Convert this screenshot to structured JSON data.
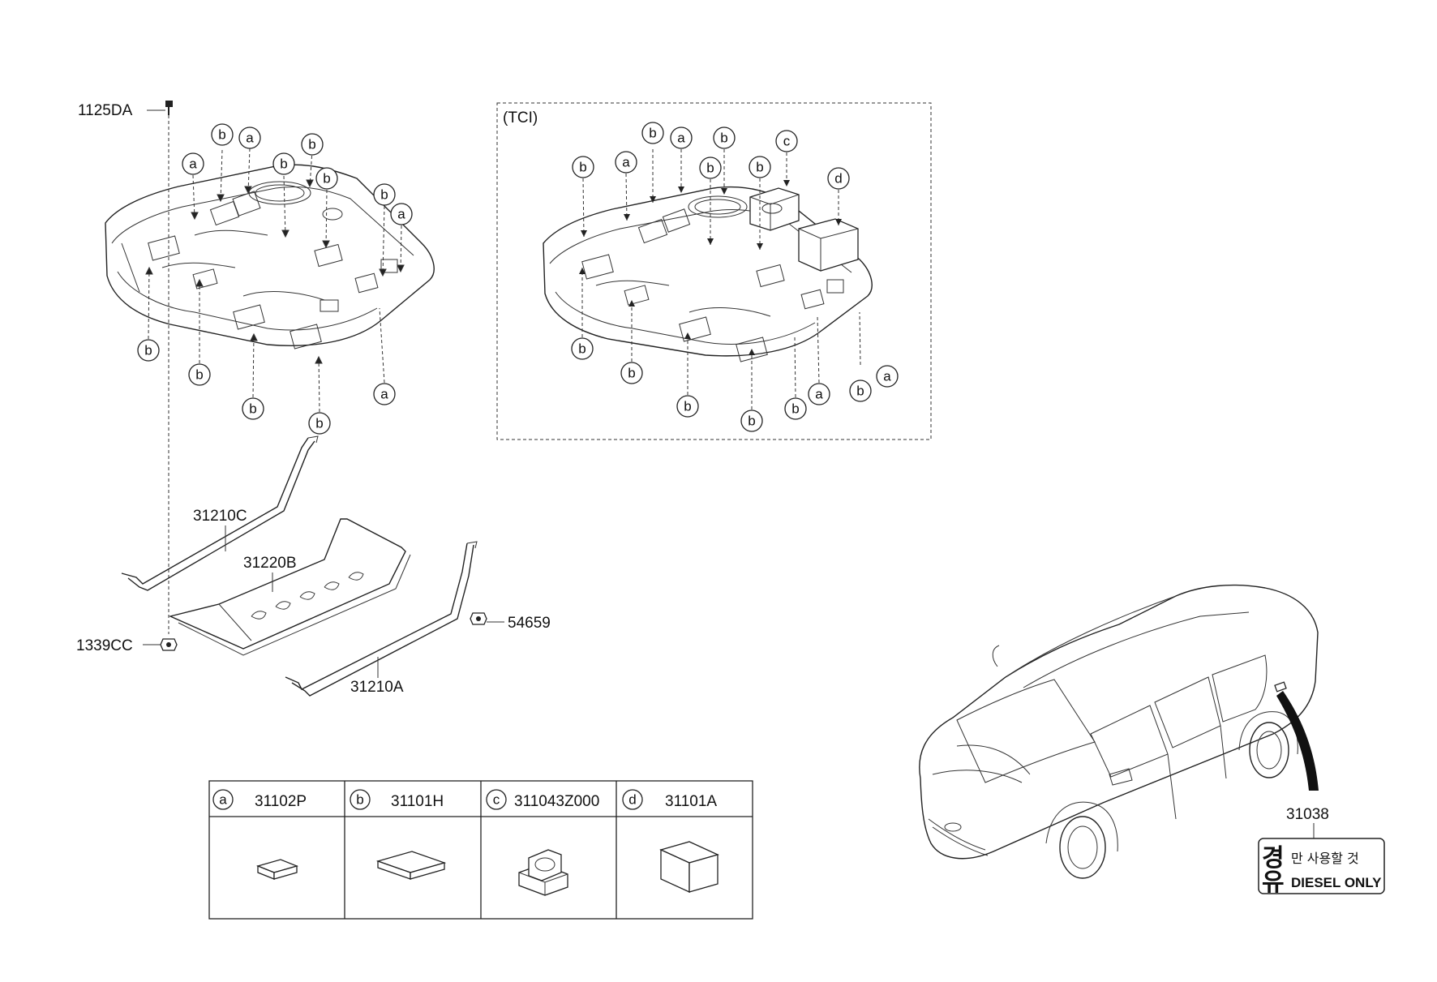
{
  "part_numbers": {
    "bolt": "1125DA",
    "nut_left": "1339CC",
    "nut_right": "54659",
    "strap_front": "31210C",
    "protector": "31220B",
    "strap_rear": "31210A",
    "label_part": "31038"
  },
  "variant_label": "(TCI)",
  "callout_letters": {
    "a": "a",
    "b": "b",
    "c": "c",
    "d": "d"
  },
  "legend": [
    {
      "letter": "a",
      "part": "31102P"
    },
    {
      "letter": "b",
      "part": "31101H"
    },
    {
      "letter": "c",
      "part": "311043Z000"
    },
    {
      "letter": "d",
      "part": "31101A"
    }
  ],
  "fuel_label": {
    "korean_big_top": "경",
    "korean_big_bottom": "유",
    "korean_text": "만 사용할 것",
    "english_text": "DIESEL ONLY"
  }
}
